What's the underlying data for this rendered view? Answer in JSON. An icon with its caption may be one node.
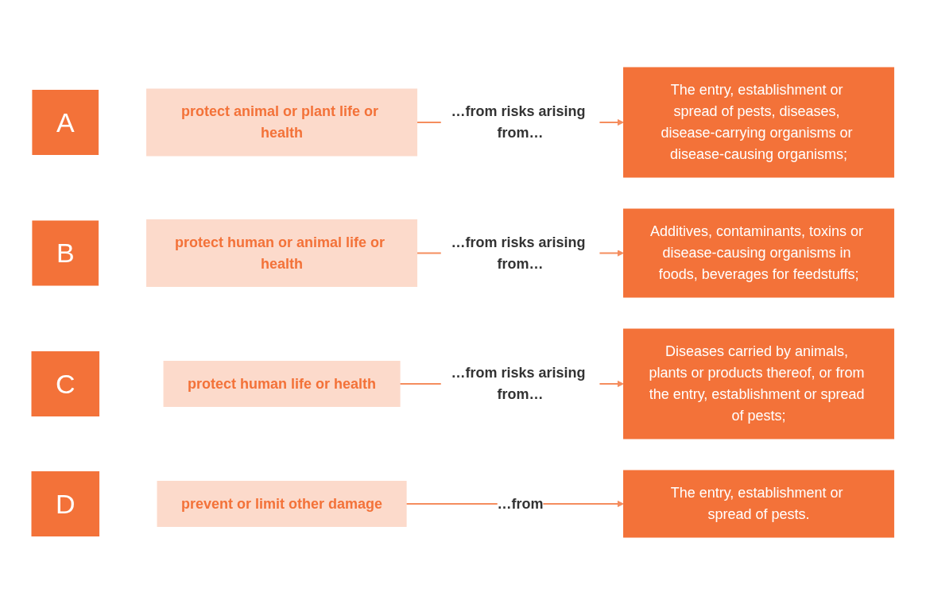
{
  "diagram": {
    "nodes": [
      {
        "text": [
          "A"
        ]
      },
      {
        "text": [
          "protect animal or plant life or health"
        ]
      },
      {
        "text": [
          "The entry, establishment or spread of pests, diseases, disease-carrying organisms or disease-causing organisms;"
        ]
      },
      {
        "text": [
          "B"
        ]
      },
      {
        "text": [
          "protect human or animal life or health"
        ]
      },
      {
        "text": [
          "Additives, contaminants, toxins or disease-causing organisms in foods, beverages for feedstuffs;"
        ]
      },
      {
        "text": [
          "C"
        ]
      },
      {
        "text": [
          "protect human life or health"
        ]
      },
      {
        "text": [
          "Diseases carried by animals, plants or products thereof, or from the entry, establishment or spread of pests;"
        ]
      },
      {
        "text": [
          "D"
        ]
      },
      {
        "text": [
          "prevent or limit other damage"
        ]
      },
      {
        "text": [
          "The entry, establishment or spread of pests."
        ]
      }
    ],
    "edges": [
      {
        "from": 1,
        "to": 2,
        "arrow": "to",
        "label": "…from risks arising from…"
      },
      {
        "from": 4,
        "to": 5,
        "arrow": "to",
        "label": "…from risks arising from…"
      },
      {
        "from": 7,
        "to": 8,
        "arrow": "to",
        "label": "…from risks arising from…"
      },
      {
        "from": 10,
        "to": 11,
        "arrow": "to",
        "label": "…from"
      }
    ]
  }
}
